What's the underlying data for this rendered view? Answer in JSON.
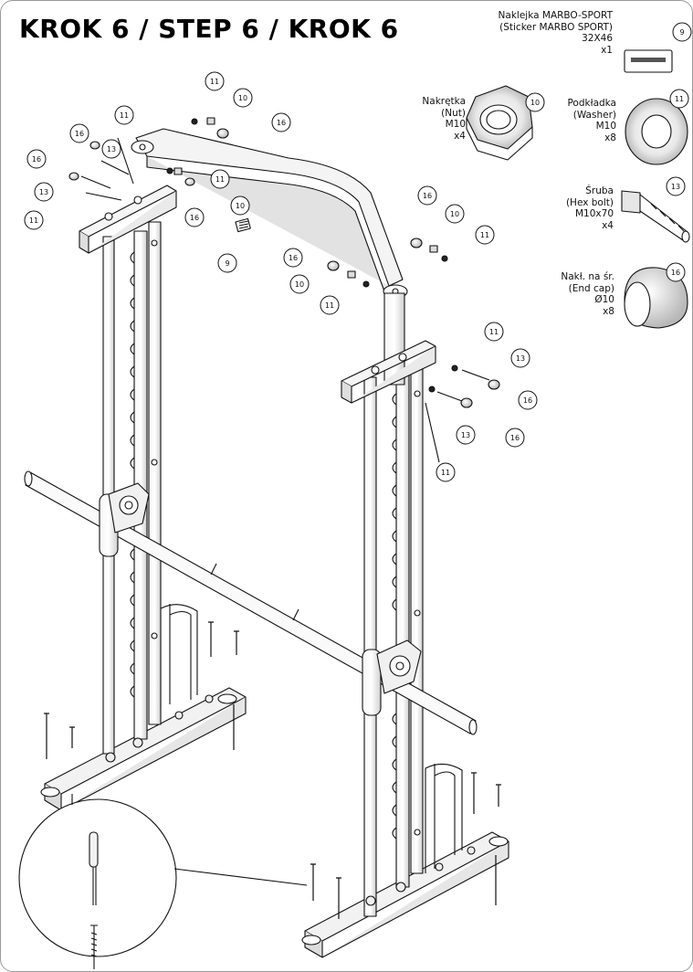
{
  "title": "KROK 6 / STEP 6 / KROK 6",
  "legend": {
    "sticker": {
      "line1": "Naklejka MARBO-SPORT",
      "line2": "(Sticker MARBO SPORT)",
      "line3": "32X46",
      "qty": "x1",
      "callout": "9"
    },
    "nut": {
      "line1": "Nakrętka",
      "line2": "(Nut)",
      "line3": "M10",
      "qty": "x4",
      "callout": "10"
    },
    "washer": {
      "line1": "Podkładka",
      "line2": "(Washer)",
      "line3": "M10",
      "qty": "x8",
      "callout": "11"
    },
    "bolt": {
      "line1": "Śruba",
      "line2": "(Hex bolt)",
      "line3": "M10x70",
      "qty": "x4",
      "callout": "13"
    },
    "cap": {
      "line1": "Nakł. na śr.",
      "line2": "(End cap)",
      "line3": "Ø10",
      "qty": "x8",
      "callout": "16"
    }
  },
  "callouts": [
    "11",
    "10",
    "16",
    "11",
    "13",
    "16",
    "13",
    "11",
    "11",
    "10",
    "16",
    "9",
    "16",
    "10",
    "11",
    "16",
    "10",
    "11",
    "11",
    "13",
    "16",
    "13",
    "16",
    "11"
  ]
}
